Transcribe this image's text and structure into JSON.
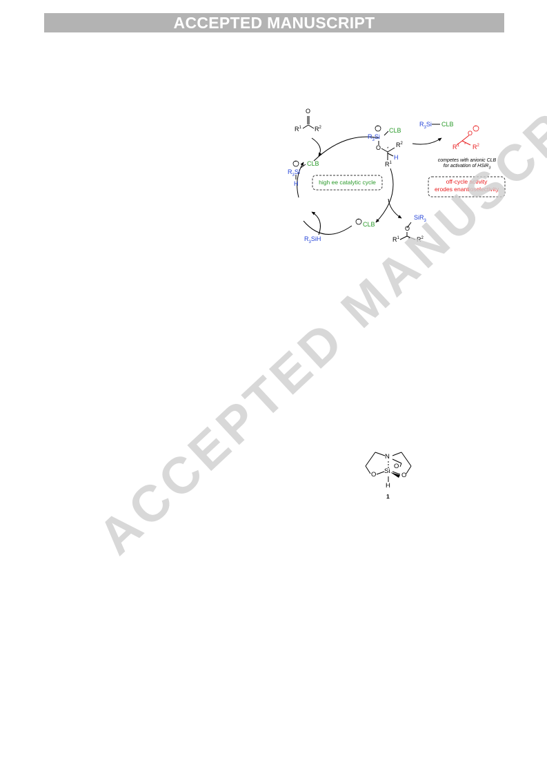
{
  "header": {
    "banner": "ACCEPTED MANUSCRIPT"
  },
  "watermark": "ACCEPTED MANUSCRIPT",
  "scheme": {
    "substrate": {
      "o": "O",
      "r1": "R",
      "r1_sup": "1",
      "r2": "R",
      "r2_sup": "2"
    },
    "intermediate": {
      "charge": "−",
      "r3si": "R",
      "r3si_sub": "3",
      "si": "Si",
      "clb": "CLB",
      "o": "O",
      "r2": "R",
      "r2_sup": "2",
      "h": "H",
      "r1": "R",
      "r1_sup": "1",
      "star": "*"
    },
    "offcycle_reagent": {
      "r3si": "R",
      "r3si_sub": "3",
      "si": "Si",
      "clb": "CLB"
    },
    "alkoxide": {
      "o": "O",
      "charge": "−",
      "r1": "R",
      "r1_sup": "1",
      "r2": "R",
      "r2_sup": "2",
      "star": "*"
    },
    "competes_note_line1": "competes with anionic CLB",
    "competes_note_line2": "for activation of HSiR",
    "competes_note_sub": "3",
    "offcycle_box_line1": "off-cycle activity",
    "offcycle_box_line2": "erodes enantioselectivity",
    "activated_silane": {
      "charge": "−",
      "r3si": "R",
      "r3si_sub": "3",
      "si": "Si",
      "clb": "CLB",
      "h": "H"
    },
    "cycle_label": "high ee catalytic cycle",
    "product": {
      "sir3": "SiR",
      "sir3_sub": "3",
      "o": "O",
      "r1": "R",
      "r1_sup": "1",
      "r2": "R",
      "r2_sup": "2",
      "star": "*"
    },
    "free_clb": {
      "charge": "−",
      "clb": "CLB"
    },
    "silane": {
      "r3sih": "R",
      "sub": "3",
      "sih": "SiH"
    }
  },
  "compound": {
    "n": "N",
    "o1": "O",
    "o2": "O",
    "o3": "O",
    "si": "Si",
    "h": "H",
    "number": "1"
  }
}
